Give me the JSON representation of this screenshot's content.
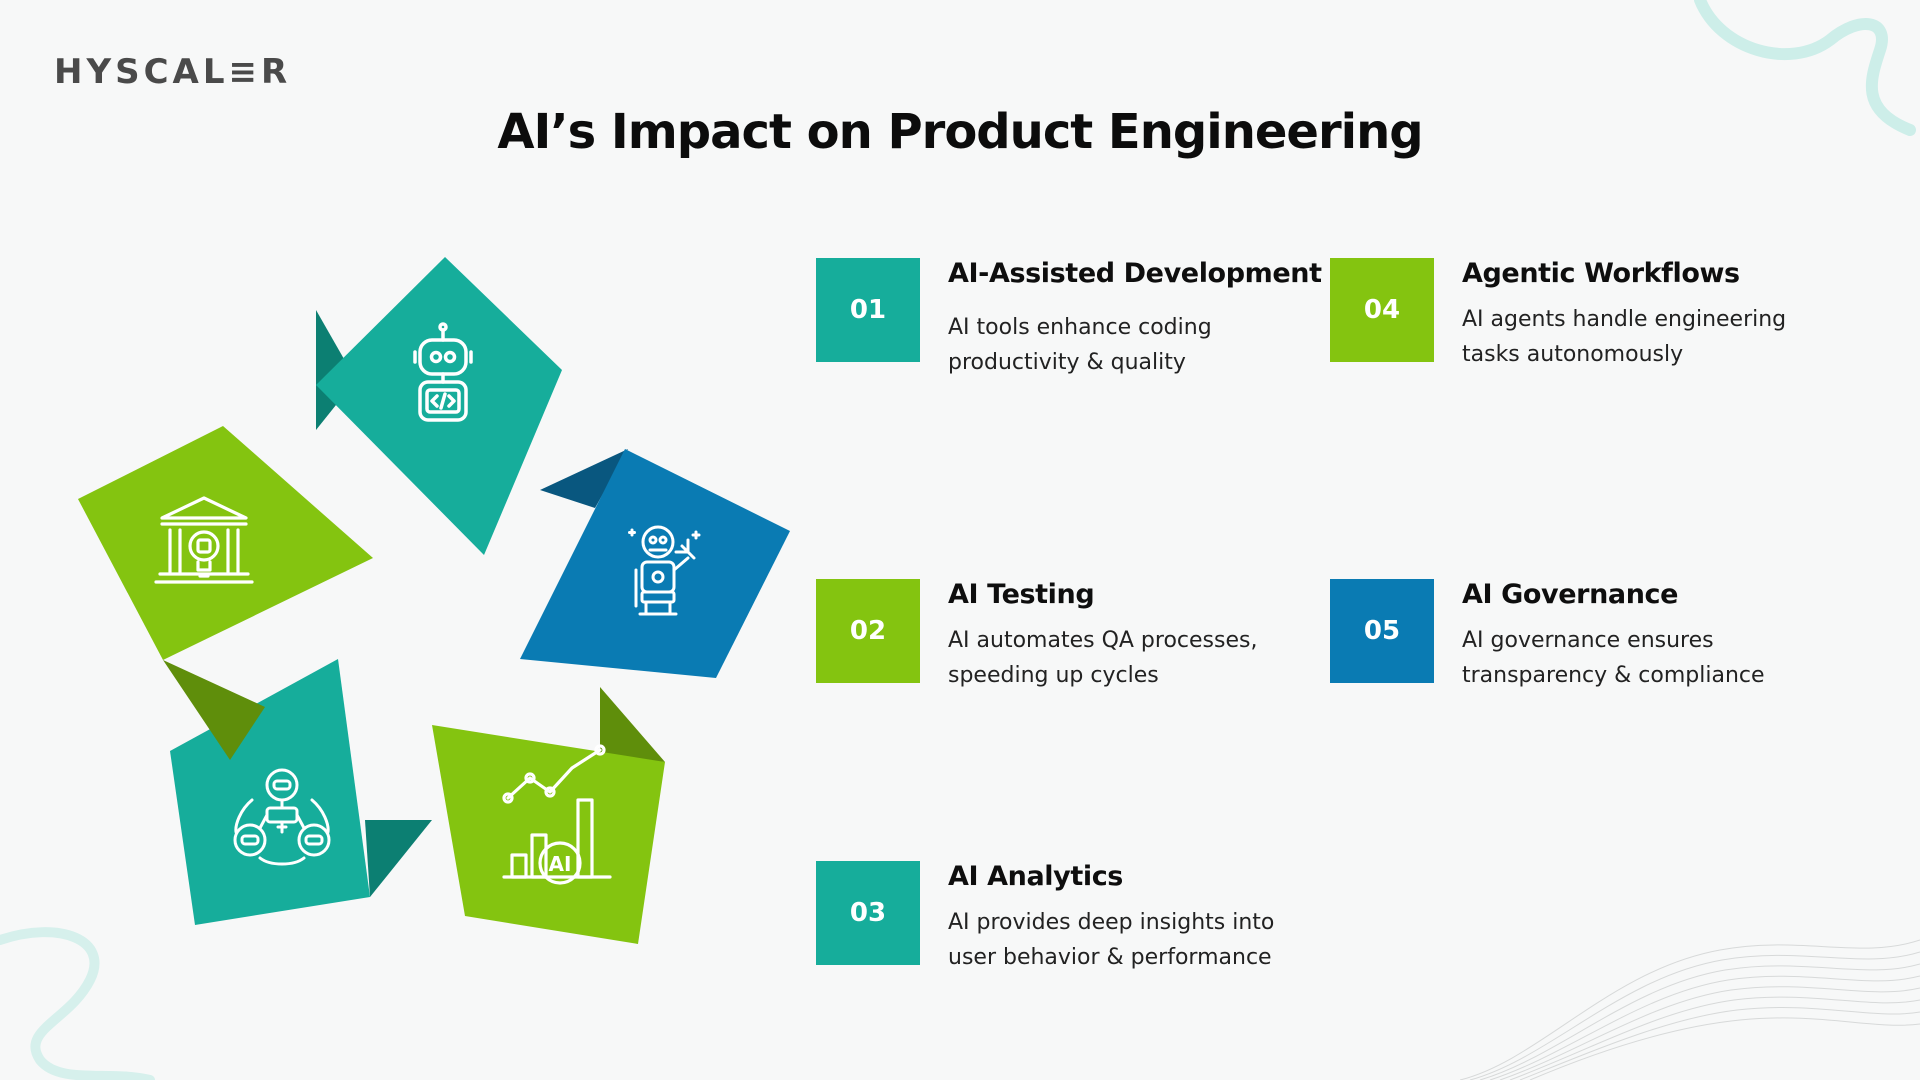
{
  "brand": {
    "logo_text": "HYSCAL≡R"
  },
  "title": "AI’s Impact on Product Engineering",
  "colors": {
    "teal": "#16ad9b",
    "teal_dark": "#0c7f72",
    "green": "#84c410",
    "green_dark": "#5f8e0b",
    "blue": "#0a7bb3",
    "blue_dark": "#09577f"
  },
  "cycle_icons": [
    "robot-code-icon",
    "robot-repair-icon",
    "ai-analytics-chart-icon",
    "ai-network-icon",
    "governance-building-icon"
  ],
  "items": [
    {
      "number": "01",
      "title": "AI-Assisted Development",
      "description": "AI tools enhance coding productivity & quality",
      "color": "#16ad9b"
    },
    {
      "number": "02",
      "title": "AI Testing",
      "description": "AI automates QA processes, speeding up cycles",
      "color": "#84c410"
    },
    {
      "number": "03",
      "title": "AI Analytics",
      "description": "AI provides deep insights into user behavior & performance",
      "color": "#16ad9b"
    },
    {
      "number": "04",
      "title": "Agentic Workflows",
      "description": "AI agents handle engineering tasks autonomously",
      "color": "#84c410"
    },
    {
      "number": "05",
      "title": "AI Governance",
      "description": "AI governance ensures transparency & compliance",
      "color": "#0a7bb3"
    }
  ]
}
